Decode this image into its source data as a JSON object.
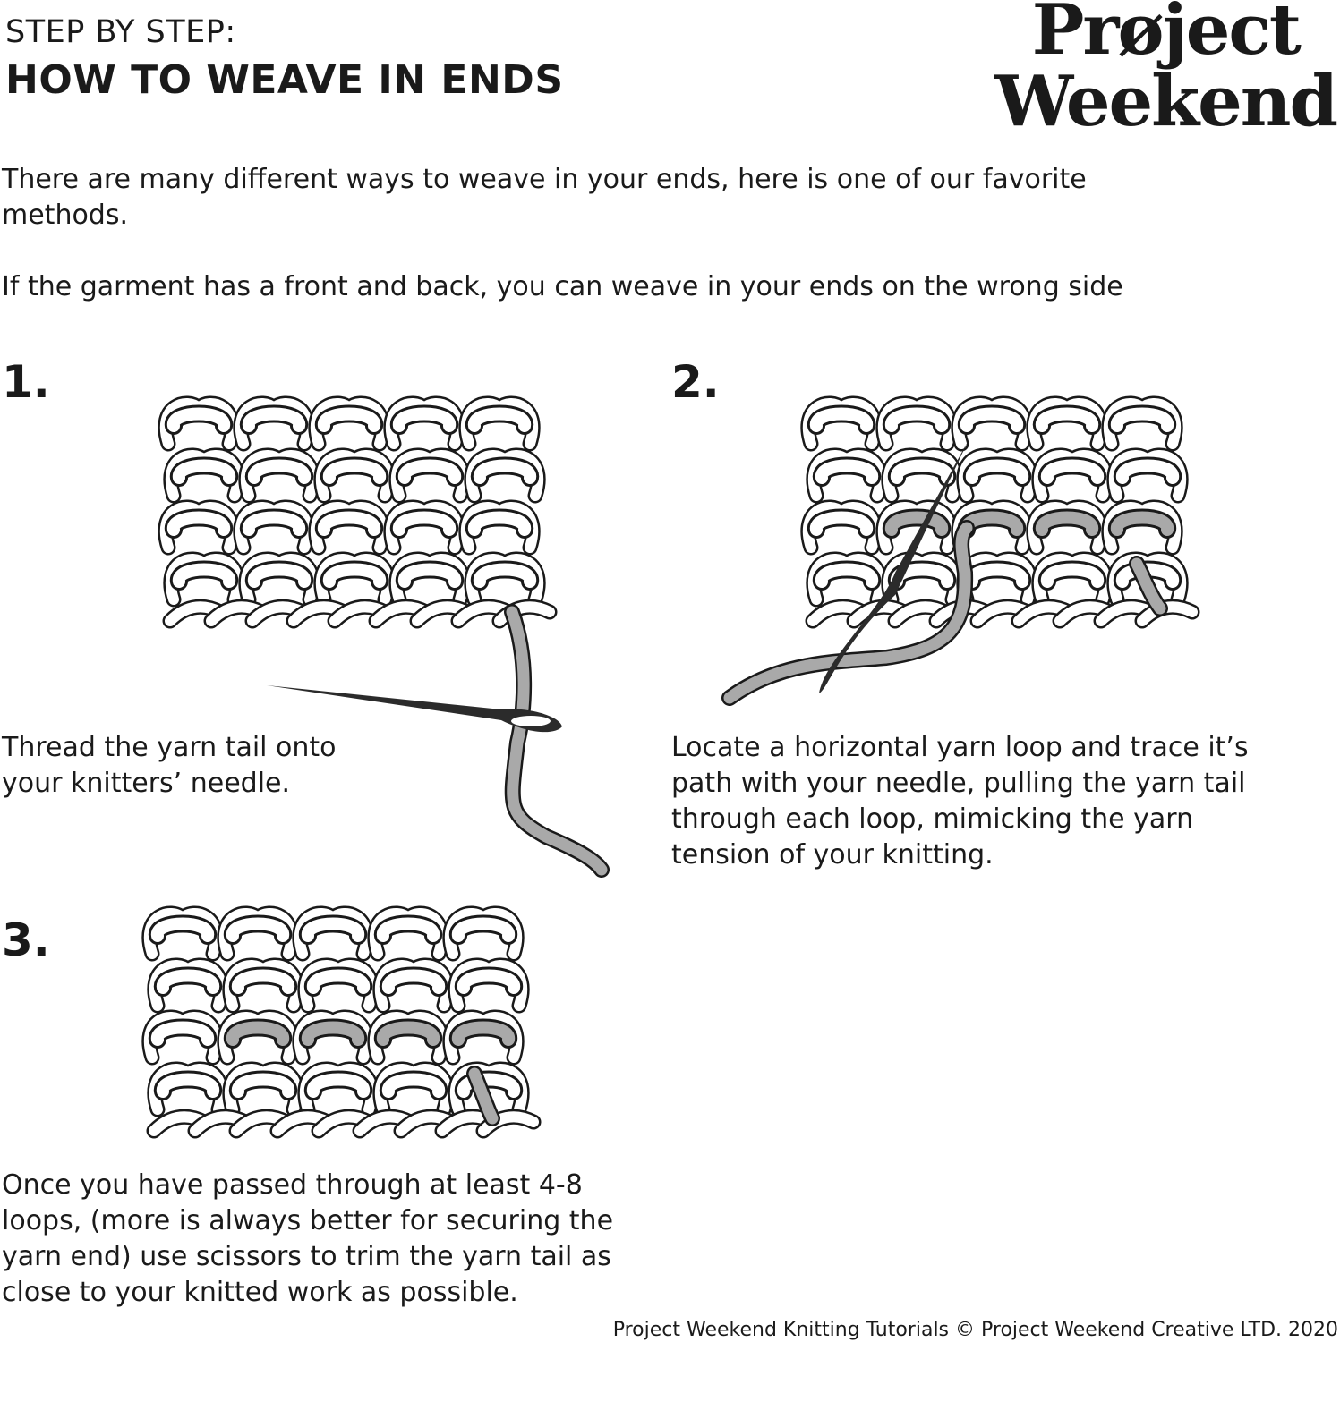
{
  "header": {
    "kicker": "STEP BY STEP:",
    "title": "HOW TO WEAVE IN ENDS",
    "logo_line1": "Prøject",
    "logo_line2": "Weekend"
  },
  "intro": {
    "paragraph1": "There are many different ways to weave in your ends,  here is one of our favorite methods.",
    "paragraph2": "If the garment has a front and back, you can weave in your ends on the wrong side"
  },
  "steps": [
    {
      "number": "1.",
      "text": "Thread the yarn tail onto your knitters’ needle."
    },
    {
      "number": "2.",
      "text": "Locate a horizontal yarn loop and trace it’s path with your needle, pulling the yarn tail through each loop, mimicking the yarn tension of your knitting."
    },
    {
      "number": "3.",
      "text": "Once you have passed through at least 4-8 loops, (more is always better for securing the yarn end) use scissors to trim the yarn tail as close to your knitted work as possible."
    }
  ],
  "footer": "Project Weekend Knitting Tutorials © Project Weekend Creative LTD. 2020",
  "colors": {
    "ink": "#1a1a1a",
    "yarn_tail": "#a9a9a9",
    "needle": "#2b2b2b"
  }
}
